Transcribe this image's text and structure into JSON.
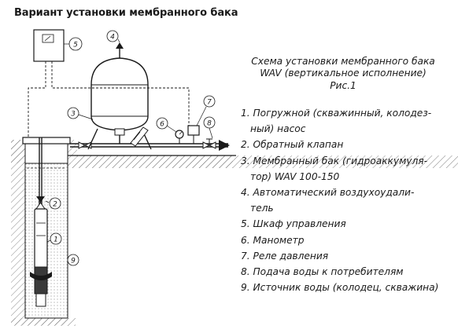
{
  "header": {
    "title": "Вариант установки мембранного бака"
  },
  "caption": {
    "lines": [
      "Схема установки мембранного бака",
      "WAV  (вертикальное исполнение)",
      "Рис.1"
    ]
  },
  "legend": {
    "items": [
      {
        "text": "1. Погружной (скважинный, колодез-",
        "cont": "ный) насос"
      },
      {
        "text": "2. Обратный клапан",
        "cont": ""
      },
      {
        "text": "3. Мембранный бак (гидроаккумуля-",
        "cont": "тор) WAV 100-150"
      },
      {
        "text": "4. Автоматический воздухоудали-",
        "cont": "тель"
      },
      {
        "text": "5. Шкаф управления",
        "cont": ""
      },
      {
        "text": "6. Манометр",
        "cont": ""
      },
      {
        "text": "7. Реле давления",
        "cont": ""
      },
      {
        "text": "8. Подача воды к потребителям",
        "cont": ""
      },
      {
        "text": "9. Источник воды (колодец, скважина)",
        "cont": ""
      }
    ]
  },
  "callouts": {
    "c1": "1",
    "c2": "2",
    "c3": "3",
    "c4": "4",
    "c5": "5",
    "c6": "6",
    "c7": "7",
    "c8": "8",
    "c9": "9"
  },
  "colors": {
    "line": "#1a1a1a",
    "ground": "#6b6b6b",
    "water": "#c9c9c9"
  }
}
